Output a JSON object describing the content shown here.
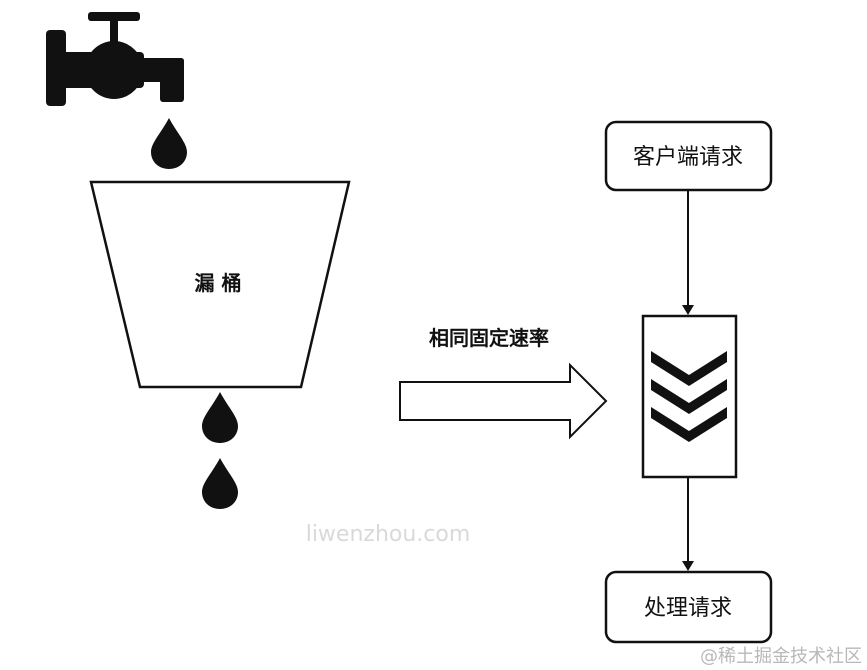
{
  "diagram": {
    "bucket_label": "漏 桶",
    "rate_label": "相同固定速率",
    "client_request_label": "客户端请求",
    "process_request_label": "处理请求"
  },
  "watermark": "liwenzhou.com",
  "credit": "@稀土掘金技术社区"
}
